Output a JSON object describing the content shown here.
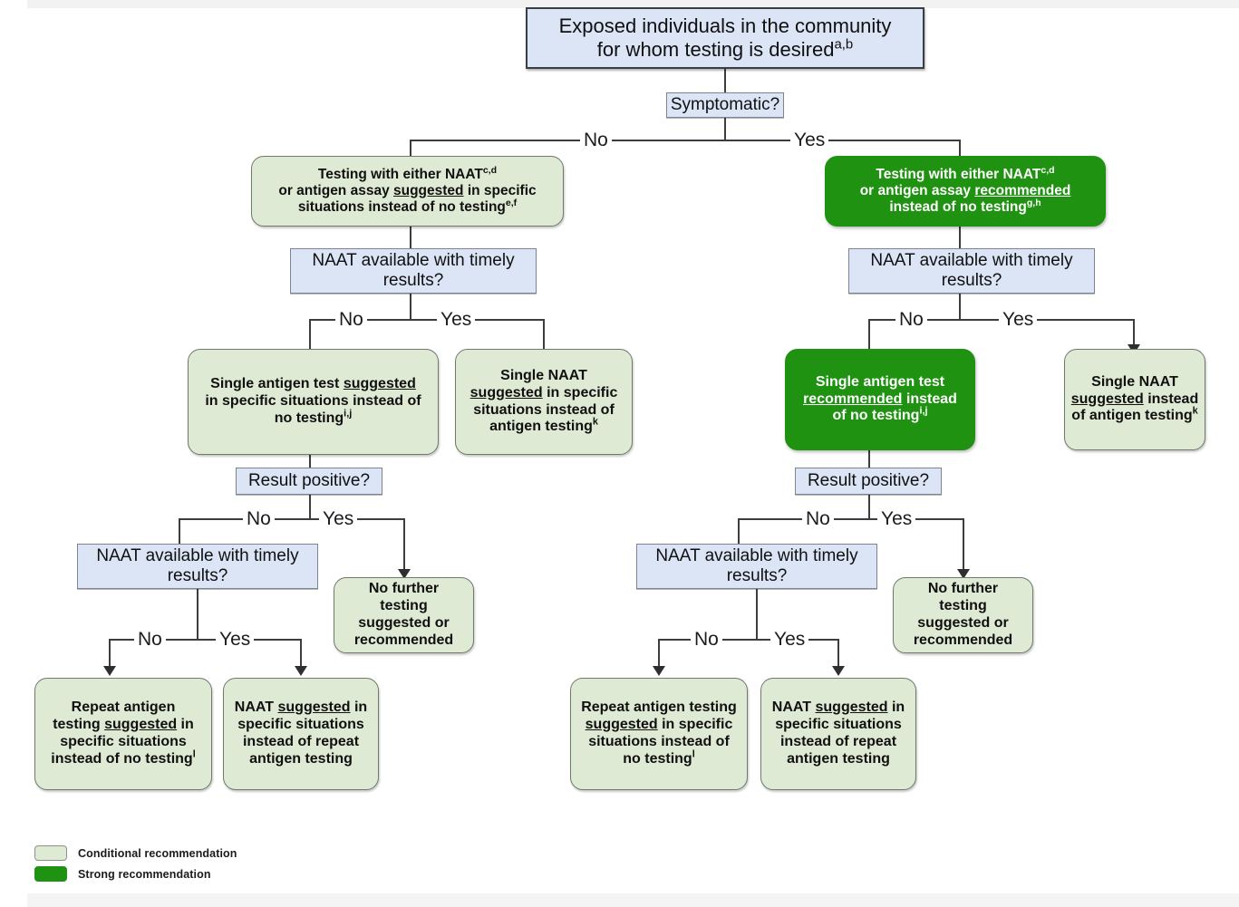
{
  "figure": {
    "type": "flowchart",
    "title": "COVID-19 testing decision tree for exposed individuals in the community"
  },
  "nodes": {
    "root": {
      "line1": "Exposed individuals in the community",
      "line2": "for whom testing is desired",
      "sup2": "a,b",
      "style": "blue-rect"
    },
    "symptomatic": {
      "label": "Symptomatic?",
      "style": "blue-rect"
    },
    "left_top": {
      "l1a": "Testing with either NAAT",
      "l1sup": "c,d",
      "l2a": "or antigen assay ",
      "l2u": "suggested",
      "l2b": " in specific",
      "l3a": "situations instead of no testing",
      "l3sup": "e,f",
      "style": "conditional"
    },
    "right_top": {
      "l1a": "Testing with either NAAT",
      "l1sup": "c,d",
      "l2a": "or antigen assay ",
      "l2u": "recommended",
      "l3a": "instead of no testing",
      "l3sup": "g,h",
      "style": "strong"
    },
    "naat_avail_left": {
      "line1": "NAAT available with timely",
      "line2": "results?",
      "style": "blue-rect"
    },
    "naat_avail_right": {
      "line1": "NAAT available with timely",
      "line2": "results?",
      "style": "blue-rect"
    },
    "left_antigen": {
      "l1a": "Single antigen test  ",
      "l1u": "suggested",
      "l2a": "in specific situations instead of",
      "l3a": "no testing",
      "l3sup": "i,j",
      "style": "conditional"
    },
    "left_naat": {
      "l1a": "Single NAAT",
      "l2u": "suggested",
      "l2b": " in specific",
      "l3a": "situations instead of",
      "l4a": "antigen testing",
      "l4sup": "k",
      "style": "conditional"
    },
    "right_antigen": {
      "l1a": "Single antigen test",
      "l2u": "recommended",
      "l2b": " instead",
      "l3a": "of no testing",
      "l3sup": "i,j",
      "style": "strong"
    },
    "right_naat": {
      "l1a": "Single NAAT",
      "l2u": "suggested",
      "l2b": " instead",
      "l3a": "of antigen testing",
      "l3sup": "k",
      "style": "conditional"
    },
    "result_positive_left": {
      "label": "Result positive?",
      "style": "blue-rect"
    },
    "result_positive_right": {
      "label": "Result positive?",
      "style": "blue-rect"
    },
    "naat_avail_left2": {
      "line1": "NAAT available with timely",
      "line2": "results?",
      "style": "blue-rect"
    },
    "naat_avail_right2": {
      "line1": "NAAT available with timely",
      "line2": "results?",
      "style": "blue-rect"
    },
    "no_further_left": {
      "l1": "No further",
      "l2": "testing",
      "l3": "suggested or",
      "l4": "recommended",
      "style": "conditional"
    },
    "no_further_right": {
      "l1": "No further",
      "l2": "testing",
      "l3": "suggested or",
      "l4": "recommended",
      "style": "conditional"
    },
    "repeat_antigen_left": {
      "l1a": "Repeat antigen",
      "l2a": "testing ",
      "l2u": "suggested",
      "l2b": " in",
      "l3a": "specific situations",
      "l4a": "instead of no testing",
      "l4sup": "l",
      "style": "conditional"
    },
    "naat_instead_left": {
      "l1a": "NAAT ",
      "l1u": "suggested",
      "l1b": " in",
      "l2a": "specific situations",
      "l3a": "instead of repeat",
      "l4a": "antigen testing",
      "style": "conditional"
    },
    "repeat_antigen_right": {
      "l1a": "Repeat antigen testing",
      "l2u": "suggested",
      "l2b": " in specific",
      "l3a": "situations instead of",
      "l4a": "no testing",
      "l4sup": "l",
      "style": "conditional"
    },
    "naat_instead_right": {
      "l1a": "NAAT ",
      "l1u": "suggested",
      "l1b": " in",
      "l2a": "specific situations",
      "l3a": "instead of repeat",
      "l4a": "antigen testing",
      "style": "conditional"
    }
  },
  "edge_labels": {
    "symptomatic_no": "No",
    "symptomatic_yes": "Yes",
    "naat_left_no": "No",
    "naat_left_yes": "Yes",
    "naat_right_no": "No",
    "naat_right_yes": "Yes",
    "result_left_no": "No",
    "result_left_yes": "Yes",
    "result_right_no": "No",
    "result_right_yes": "Yes",
    "naat2_left_no": "No",
    "naat2_left_yes": "Yes",
    "naat2_right_no": "No",
    "naat2_right_yes": "Yes"
  },
  "legend": {
    "items": [
      {
        "label": "Conditional recommendation",
        "color": "#dfead4"
      },
      {
        "label": "Strong recommendation",
        "color": "#1f9211"
      }
    ]
  },
  "colors": {
    "decision_blue": "#dbe5f6",
    "conditional_green": "#dfead4",
    "strong_green": "#1f9211",
    "connector": "#3d3d3d"
  }
}
